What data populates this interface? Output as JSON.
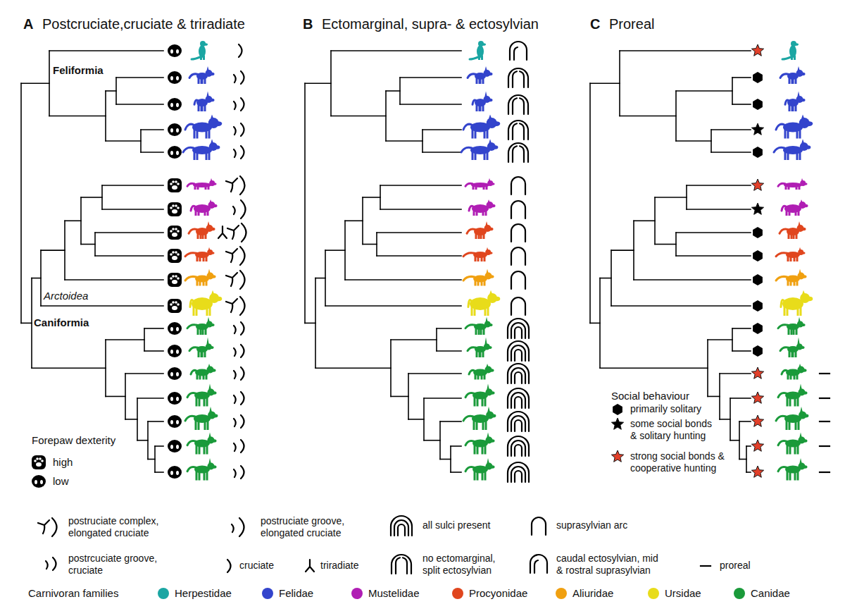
{
  "diagram": {
    "labels": [
      "A",
      "Postcruciate,cruciate & triradiate",
      "B",
      "Ectomarginal, supra- & ectosylvian",
      "C",
      "Proreal",
      "Feliformia",
      "Arctoidea",
      "Caniformia",
      "Forepaw dexterity",
      "Social behaviour",
      "Carnivoran families"
    ],
    "legend": [
      {
        "text": "high"
      },
      {
        "text": "low"
      },
      {
        "text": "primarily solitary"
      },
      {
        "text": "some social bonds & solitary hunting"
      },
      {
        "text": "strong social bonds & cooperative hunting"
      },
      {
        "text": "postruciate complex, elongated cruciate"
      },
      {
        "text": "postruciate groove, elongated cruciate"
      },
      {
        "text": "all sulci present"
      },
      {
        "text": "suprasylvian arc"
      },
      {
        "text": "postrcuciate groove, cruciate"
      },
      {
        "text": "cruciate"
      },
      {
        "text": "triradiate"
      },
      {
        "text": "no ectomarginal, split ectosylvian"
      },
      {
        "text": "caudal ectosylvian, mid & rostral suprasylvian"
      },
      {
        "text": "proreal"
      },
      {
        "text": "Herpestidae",
        "color": "#1ba6a3"
      },
      {
        "text": "Felidae",
        "color": "#3344cc"
      },
      {
        "text": "Mustelidae",
        "color": "#b01eb4"
      },
      {
        "text": "Procyonidae",
        "color": "#e0461e"
      },
      {
        "text": "Aliuridae",
        "color": "#f0a010"
      },
      {
        "text": "Ursidae",
        "color": "#e8dc1a"
      },
      {
        "text": "Canidae",
        "color": "#1a9a3a"
      }
    ]
  }
}
